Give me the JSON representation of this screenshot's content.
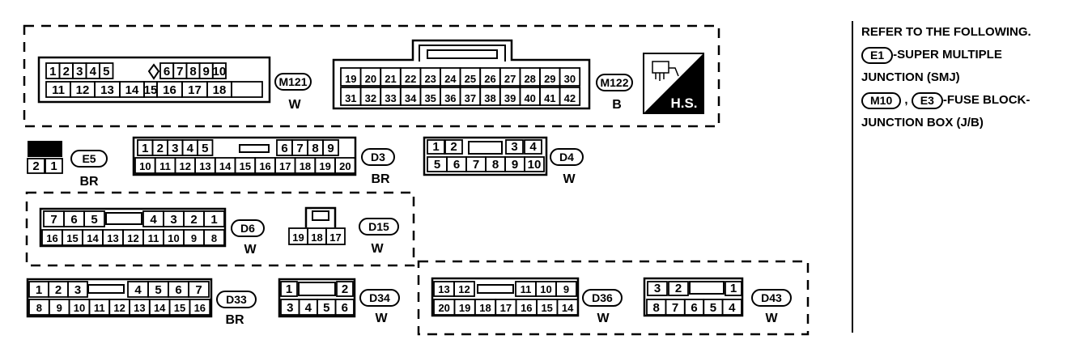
{
  "connectors": {
    "M121": {
      "id": "M121",
      "color": "W",
      "row1": [
        "1",
        "2",
        "3",
        "4",
        "5",
        "6",
        "7",
        "8",
        "9",
        "10"
      ],
      "row2": [
        "11",
        "12",
        "13",
        "14",
        "15",
        "16",
        "17",
        "18"
      ]
    },
    "M122": {
      "id": "M122",
      "color": "B",
      "row1": [
        "19",
        "20",
        "21",
        "22",
        "23",
        "24",
        "25",
        "26",
        "27",
        "28",
        "29",
        "30"
      ],
      "row2": [
        "31",
        "32",
        "33",
        "34",
        "35",
        "36",
        "37",
        "38",
        "39",
        "40",
        "41",
        "42"
      ]
    },
    "E5": {
      "id": "E5",
      "color": "BR",
      "row2": [
        "2",
        "1"
      ]
    },
    "D3": {
      "id": "D3",
      "color": "BR",
      "row1": [
        "1",
        "2",
        "3",
        "4",
        "5",
        "6",
        "7",
        "8",
        "9"
      ],
      "row2": [
        "10",
        "11",
        "12",
        "13",
        "14",
        "15",
        "16",
        "17",
        "18",
        "19",
        "20"
      ]
    },
    "D4": {
      "id": "D4",
      "color": "W",
      "row1": [
        "1",
        "2",
        "3",
        "4"
      ],
      "row2": [
        "5",
        "6",
        "7",
        "8",
        "9",
        "10"
      ]
    },
    "D6": {
      "id": "D6",
      "color": "W",
      "row1": [
        "7",
        "6",
        "5",
        "4",
        "3",
        "2",
        "1"
      ],
      "row2": [
        "16",
        "15",
        "14",
        "13",
        "12",
        "11",
        "10",
        "9",
        "8"
      ]
    },
    "D15": {
      "id": "D15",
      "color": "W",
      "row2": [
        "19",
        "18",
        "17"
      ]
    },
    "D33": {
      "id": "D33",
      "color": "BR",
      "row1": [
        "1",
        "2",
        "3",
        "4",
        "5",
        "6",
        "7"
      ],
      "row2": [
        "8",
        "9",
        "10",
        "11",
        "12",
        "13",
        "14",
        "15",
        "16"
      ]
    },
    "D34": {
      "id": "D34",
      "color": "W",
      "row1": [
        "1",
        "2"
      ],
      "row2": [
        "3",
        "4",
        "5",
        "6"
      ]
    },
    "D36": {
      "id": "D36",
      "color": "W",
      "row1": [
        "13",
        "12",
        "11",
        "10",
        "9"
      ],
      "row2": [
        "20",
        "19",
        "18",
        "17",
        "16",
        "15",
        "14"
      ]
    },
    "D43": {
      "id": "D43",
      "color": "W",
      "row1": [
        "3",
        "2",
        "1"
      ],
      "row2": [
        "8",
        "7",
        "6",
        "5",
        "4"
      ]
    }
  },
  "hs_label": "H.S.",
  "notes": {
    "heading": "REFER TO THE FOLLOWING.",
    "e1_tag": "E1",
    "e1_text": "-SUPER MULTIPLE",
    "e1_text2": "JUNCTION (SMJ)",
    "m10_tag": "M10",
    "comma": ",",
    "e3_tag": "E3",
    "fuse_text": "-FUSE BLOCK-",
    "fuse_text2": "JUNCTION BOX (J/B)"
  }
}
